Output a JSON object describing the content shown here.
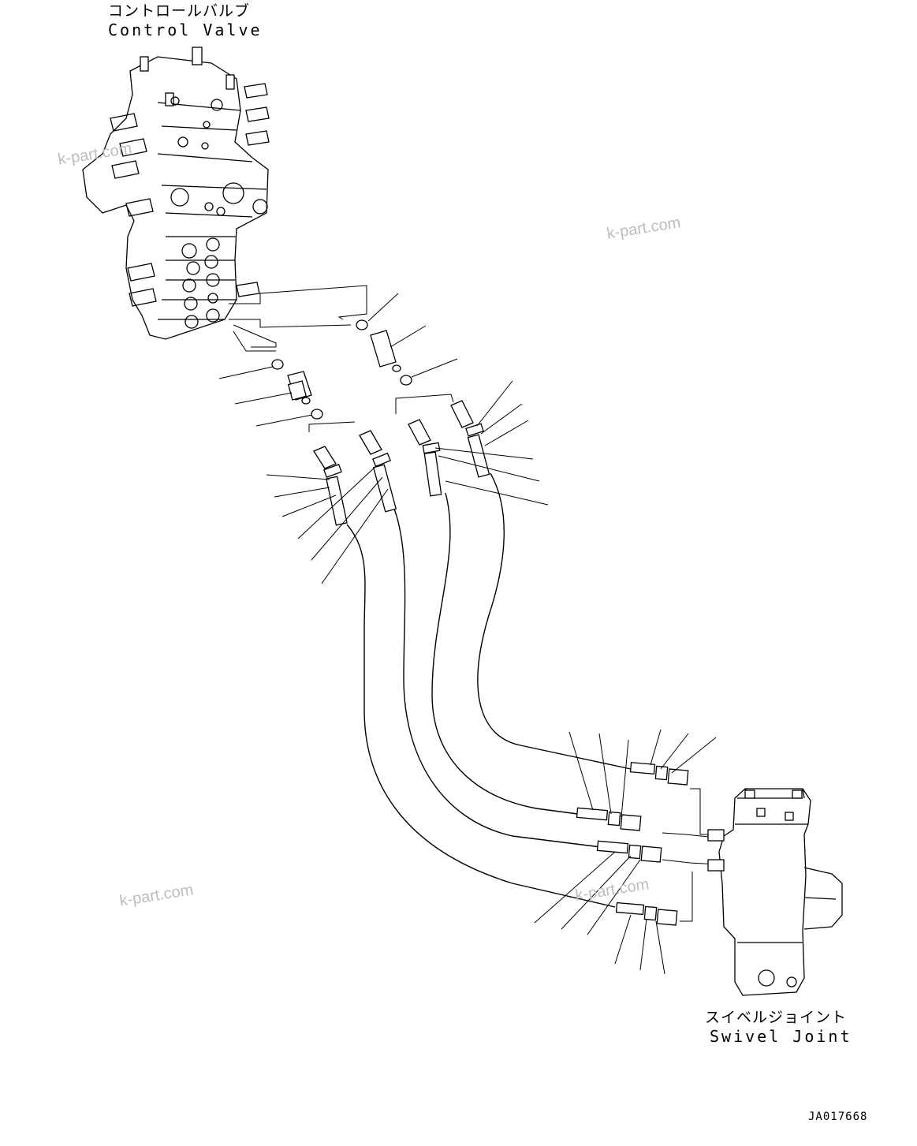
{
  "labels": {
    "control_valve_jp": "コントロールバルブ",
    "control_valve_en": "Control Valve",
    "swivel_joint_jp": "スイベルジョイント",
    "swivel_joint_en": "Swivel Joint"
  },
  "watermarks": [
    "k-part.com",
    "k-part.com",
    "k-part.com",
    "k-part.com"
  ],
  "drawing_code": "JA017668",
  "colors": {
    "line": "#000000",
    "background": "#ffffff",
    "watermark": "#bdbdbd"
  }
}
